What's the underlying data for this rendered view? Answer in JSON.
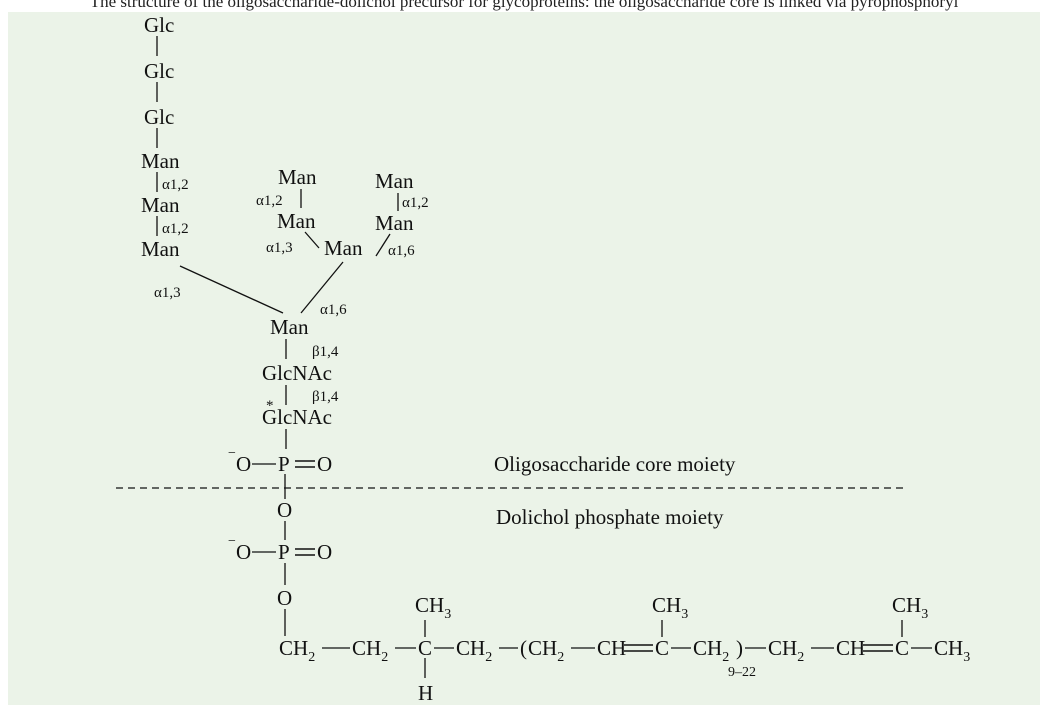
{
  "caption": "The structure of the oligosaccharide-dolichol precursor for glycoproteins: the oligosaccharide core is linked via pyrophosphoryl",
  "residues": {
    "glc1": "Glc",
    "glc2": "Glc",
    "glc3": "Glc",
    "man_a": "Man",
    "man_b": "Man",
    "man_c": "Man",
    "man_d": "Man",
    "man_e": "Man",
    "man_f": "Man",
    "man_g": "Man",
    "man_h": "Man",
    "man_core": "Man",
    "glcnac1": "GlcNAc",
    "glcnac2": "GlcNAc"
  },
  "linkages": {
    "a12_1": "α1,2",
    "a12_2": "α1,2",
    "a12_3": "α1,2",
    "a12_4": "α1,2",
    "a13_inner": "α1,3",
    "a16_inner": "α1,6",
    "a13_core": "α1,3",
    "a16_core": "α1,6",
    "b14_1": "β1,4",
    "b14_2": "β1,4"
  },
  "asterisk": "*",
  "phosphates": {
    "p_symbol": "P",
    "o_symbol": "O",
    "neg_charge": "−"
  },
  "region_labels": {
    "core": "Oligosaccharide core moiety",
    "dolichol": "Dolichol phosphate moiety"
  },
  "dolichol_chain": {
    "ch2": "CH",
    "two": "2",
    "ch": "CH",
    "c": "C",
    "h": "H",
    "ch3": "CH",
    "three": "3",
    "open_paren": "(",
    "close_paren": ")",
    "repeat": "9–22"
  }
}
